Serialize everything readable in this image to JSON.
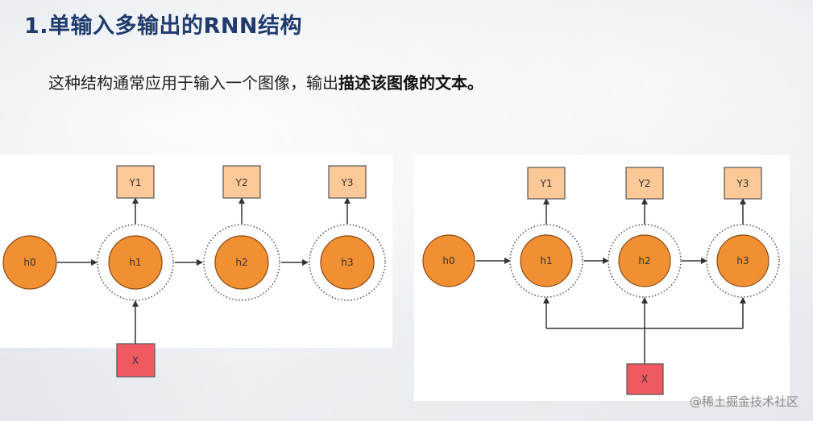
{
  "title": "1.单输入多输出的RNN结构",
  "subtitle": {
    "normal": "这种结构通常应用于输入一个图像，输出",
    "bold": "描述该图像的文本。"
  },
  "left_diagram": {
    "outputs": [
      "Y1",
      "Y2",
      "Y3"
    ],
    "initial_state": "h0",
    "hidden": [
      "h1",
      "h2",
      "h3"
    ],
    "input": "X"
  },
  "right_diagram": {
    "outputs": [
      "Y1",
      "Y2",
      "Y3"
    ],
    "initial_state": "h0",
    "hidden": [
      "h1",
      "h2",
      "h3"
    ],
    "input": "X"
  },
  "watermark": "@稀土掘金技术社区",
  "colors": {
    "title": "#1f3b6e",
    "hidden_node": "#f18f33",
    "output_box": "#fbc898",
    "input_box": "#ee5a5f"
  }
}
